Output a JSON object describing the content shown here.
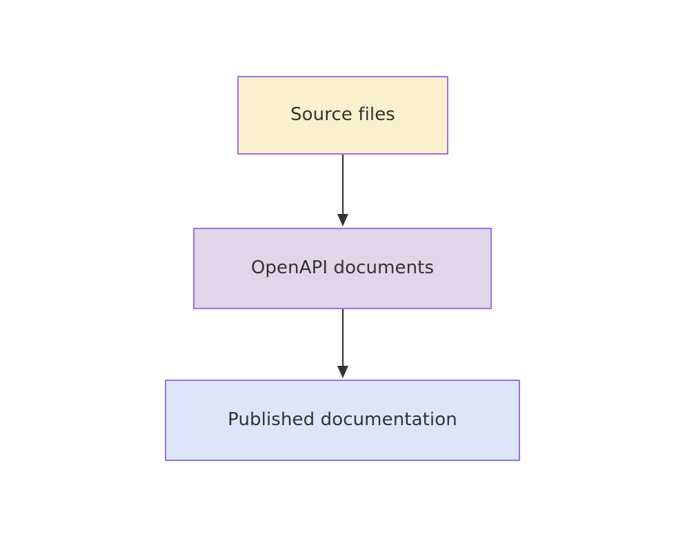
{
  "diagram": {
    "type": "flowchart",
    "direction": "top-to-bottom",
    "background_color": "#ffffff",
    "title": "",
    "nodes": [
      {
        "id": "source-files",
        "label": "Source files",
        "fill_color": "#faf0cd",
        "border_color": "#9673dd",
        "text_color": "#333333",
        "shape": "rectangle"
      },
      {
        "id": "openapi-documents",
        "label": "OpenAPI documents",
        "fill_color": "#e1d5e9",
        "border_color": "#9673dd",
        "text_color": "#333333",
        "shape": "rectangle"
      },
      {
        "id": "published-documentation",
        "label": "Published documentation",
        "fill_color": "#dce6f8",
        "border_color": "#9673dd",
        "text_color": "#333333",
        "shape": "rectangle"
      }
    ],
    "edges": [
      {
        "id": "edge-source-to-openapi",
        "from": "source-files",
        "to": "openapi-documents",
        "label": "",
        "arrow": "solid-triangle",
        "line_color": "#333333"
      },
      {
        "id": "edge-openapi-to-published",
        "from": "openapi-documents",
        "to": "published-documentation",
        "label": "",
        "arrow": "solid-triangle",
        "line_color": "#333333"
      }
    ]
  }
}
